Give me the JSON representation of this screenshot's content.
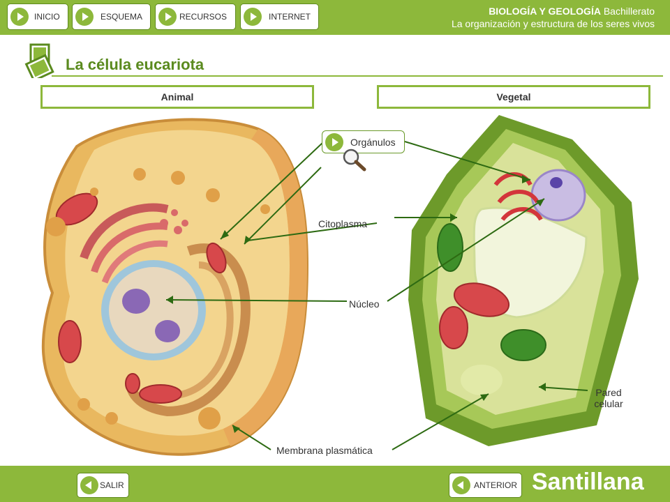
{
  "nav": {
    "items": [
      {
        "label": "INICIO"
      },
      {
        "label": "ESQUEMA"
      },
      {
        "label": "RECURSOS"
      },
      {
        "label": "INTERNET"
      }
    ]
  },
  "header": {
    "subject": "BIOLOGÍA Y GEOLOGÍA",
    "level": "Bachillerato",
    "subtitle": "La organización y estructura de los seres vivos"
  },
  "page": {
    "title": "La célula eucariota"
  },
  "tabs": {
    "animal": "Animal",
    "vegetal": "Vegetal"
  },
  "labels": {
    "organulos": "Orgánulos",
    "citoplasma": "Citoplasma",
    "nucleo": "Núcleo",
    "pared_line1": "Pared",
    "pared_line2": "celular",
    "membrana": "Membrana plasmática"
  },
  "footer": {
    "salir": "SALIR",
    "anterior": "ANTERIOR",
    "logo": "Santillana"
  },
  "colors": {
    "accent": "#8db83b",
    "title": "#5a8a1e",
    "leader_line": "#2d6a12"
  }
}
